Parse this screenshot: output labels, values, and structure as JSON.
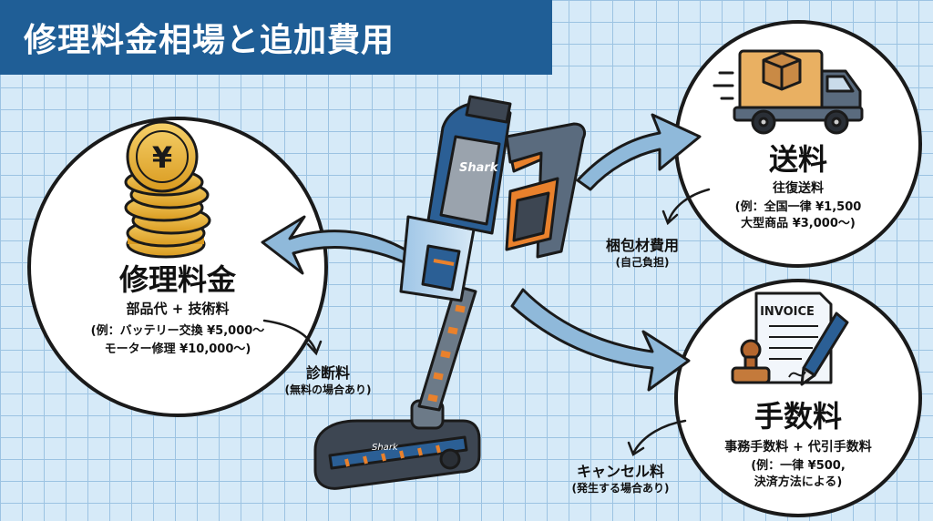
{
  "title": "修理料金相場と追加費用",
  "repair": {
    "heading": "修理料金",
    "sub": "部品代 + 技術料",
    "example_line1": "(例：バッテリー交換 ¥5,000〜",
    "example_line2": "モーター修理 ¥10,000〜)"
  },
  "diagnosis": {
    "label": "診断料",
    "note": "(無料の場合あり)"
  },
  "shipping": {
    "heading": "送料",
    "sub": "往復送料",
    "example_line1": "(例：全国一律 ¥1,500",
    "example_line2": "大型商品 ¥3,000〜)"
  },
  "packaging": {
    "label": "梱包材費用",
    "note": "(自己負担)"
  },
  "fees": {
    "heading": "手数料",
    "sub": "事務手数料 + 代引手数料",
    "example_line1": "(例：一律 ¥500,",
    "example_line2": "決済方法による)"
  },
  "cancel": {
    "label": "キャンセル料",
    "note": "(発生する場合あり)"
  },
  "invoice_label": "INVOICE",
  "brand_label": "Shark",
  "coin_symbol": "¥",
  "icons": [
    "yen-coin-stack-icon",
    "delivery-truck-icon",
    "invoice-icon",
    "stamp-icon",
    "pen-icon",
    "stick-vacuum-illustration"
  ],
  "colors": {
    "banner": "#1f5e96",
    "arrow": "#8fb9da",
    "vacuum_blue": "#2b5f95",
    "vacuum_orange": "#e9812c",
    "coin": "#e7b434"
  }
}
